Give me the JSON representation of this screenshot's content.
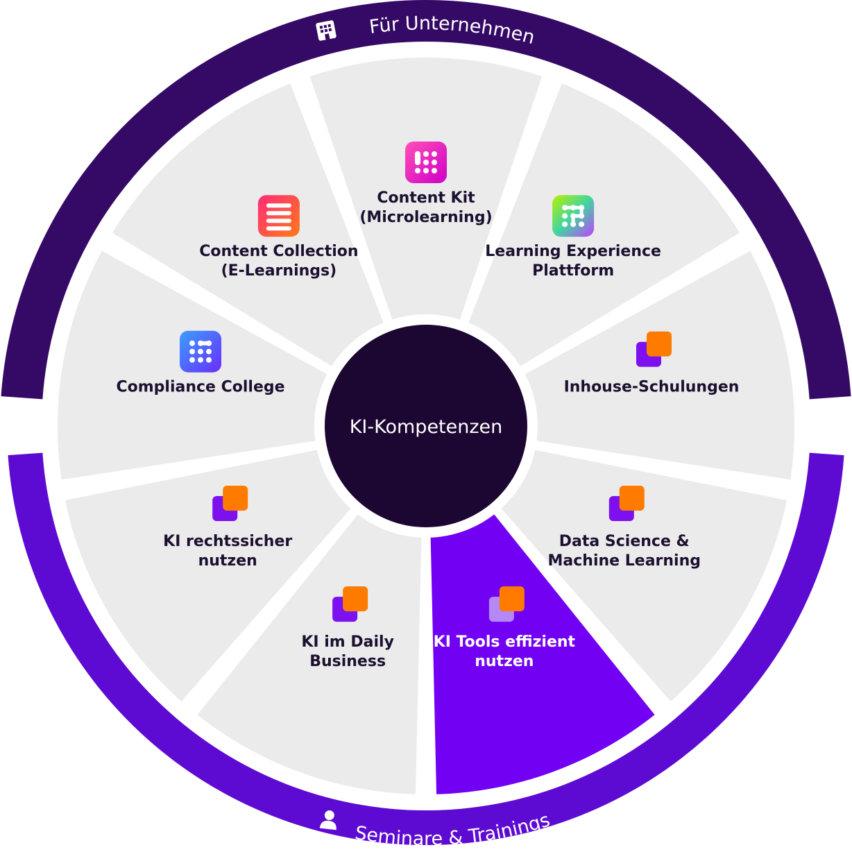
{
  "center": {
    "label": "KI-Kompetenzen",
    "color": "#1c0632"
  },
  "ring_top": {
    "label": "Für Unternehmen",
    "icon": "building-icon",
    "color": "#350a66"
  },
  "ring_bottom": {
    "label": "Seminare & Trainings",
    "icon": "person-icon",
    "color": "#5d0bd2"
  },
  "colors": {
    "segment": "#ebebeb",
    "active": "#7200f2",
    "text": "#1c1030",
    "orange": "#ff7b00",
    "purple": "#7c10ef"
  },
  "segments": [
    {
      "id": "content-collection",
      "lines": [
        "Content Collection",
        "(E-Learnings)"
      ],
      "icon": "content-collection-icon",
      "active": false
    },
    {
      "id": "content-kit",
      "lines": [
        "Content Kit",
        "(Microlearning)"
      ],
      "icon": "content-kit-icon",
      "active": false
    },
    {
      "id": "learning-experience-plattform",
      "lines": [
        "Learning Experience",
        "Plattform"
      ],
      "icon": "learning-platform-icon",
      "active": false
    },
    {
      "id": "inhouse-schulungen",
      "lines": [
        "Inhouse-Schulungen"
      ],
      "icon": "stacked-squares-icon",
      "active": false
    },
    {
      "id": "data-science",
      "lines": [
        "Data Science &",
        "Machine Learning"
      ],
      "icon": "stacked-squares-icon",
      "active": false
    },
    {
      "id": "ki-tools",
      "lines": [
        "KI Tools effizient",
        "nutzen"
      ],
      "icon": "stacked-squares-icon",
      "active": true
    },
    {
      "id": "ki-daily-business",
      "lines": [
        "KI im Daily",
        "Business"
      ],
      "icon": "stacked-squares-icon",
      "active": false
    },
    {
      "id": "ki-rechtssicher",
      "lines": [
        "KI rechtssicher",
        "nutzen"
      ],
      "icon": "stacked-squares-icon",
      "active": false
    },
    {
      "id": "compliance-college",
      "lines": [
        "Compliance College"
      ],
      "icon": "compliance-college-icon",
      "active": false
    }
  ]
}
